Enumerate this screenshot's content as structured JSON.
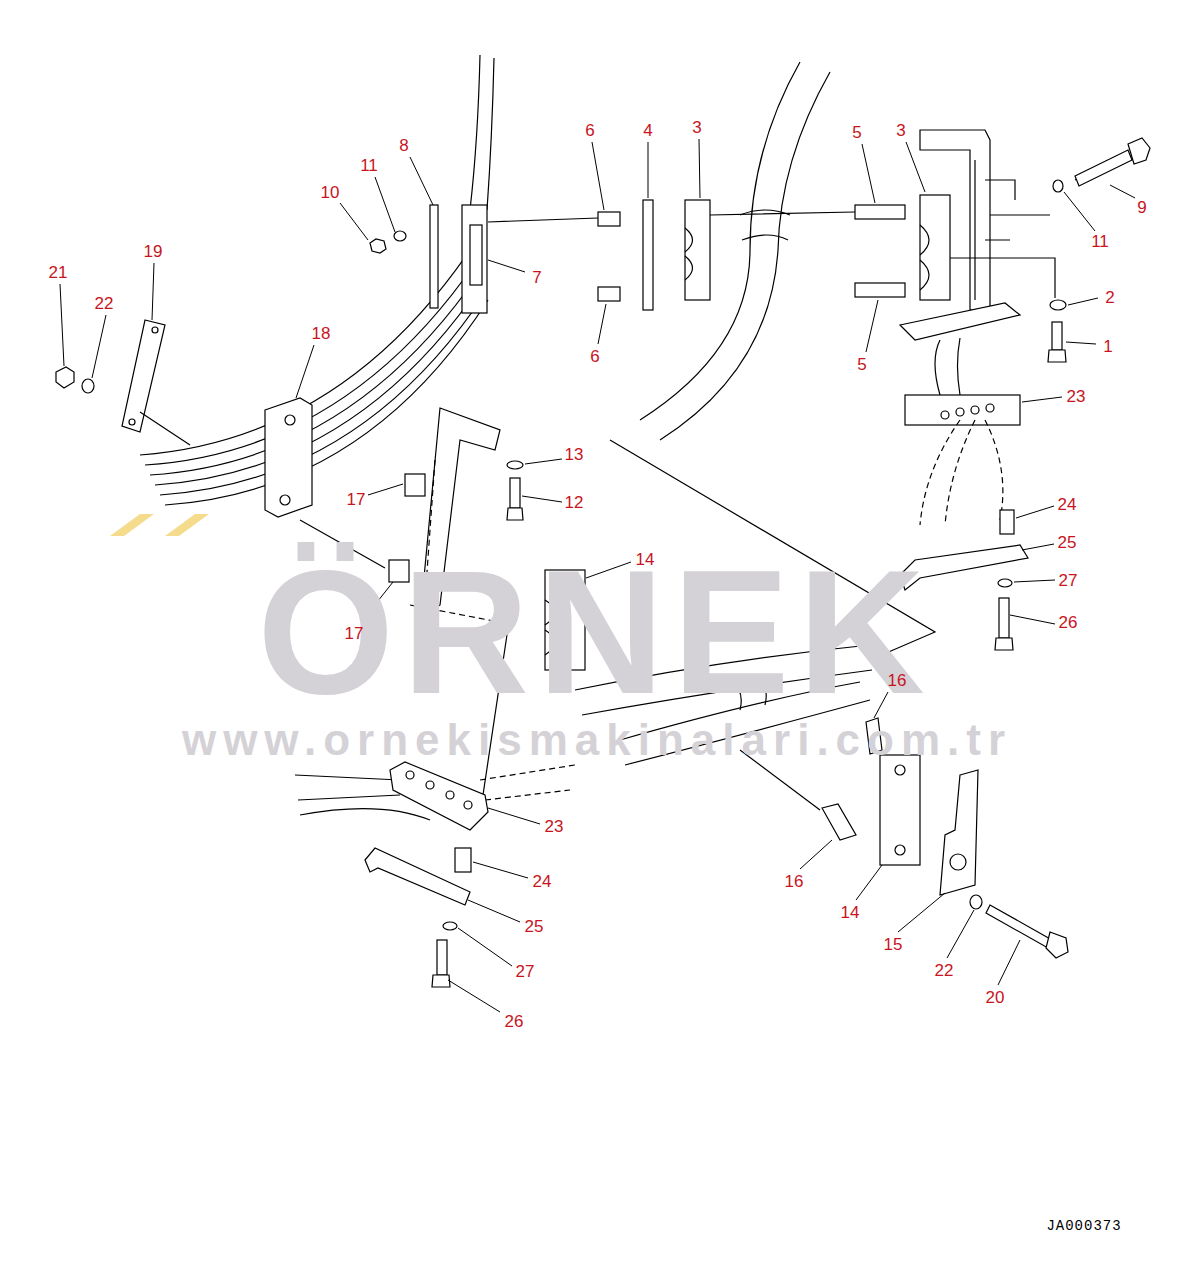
{
  "diagram": {
    "labels": [
      "ÖRNEK",
      "www.ornekismakinalari.com.tr",
      "6",
      "4",
      "3",
      "5",
      "3",
      "8",
      "11",
      "10",
      "9",
      "11",
      "7",
      "2",
      "1",
      "21",
      "19",
      "22",
      "18",
      "23",
      "6",
      "5",
      "13",
      "12",
      "17",
      "24",
      "25",
      "27",
      "26",
      "17",
      "14",
      "16",
      "23",
      "24",
      "25",
      "27",
      "26",
      "16",
      "14",
      "15",
      "22",
      "20",
      "JA000373"
    ]
  }
}
